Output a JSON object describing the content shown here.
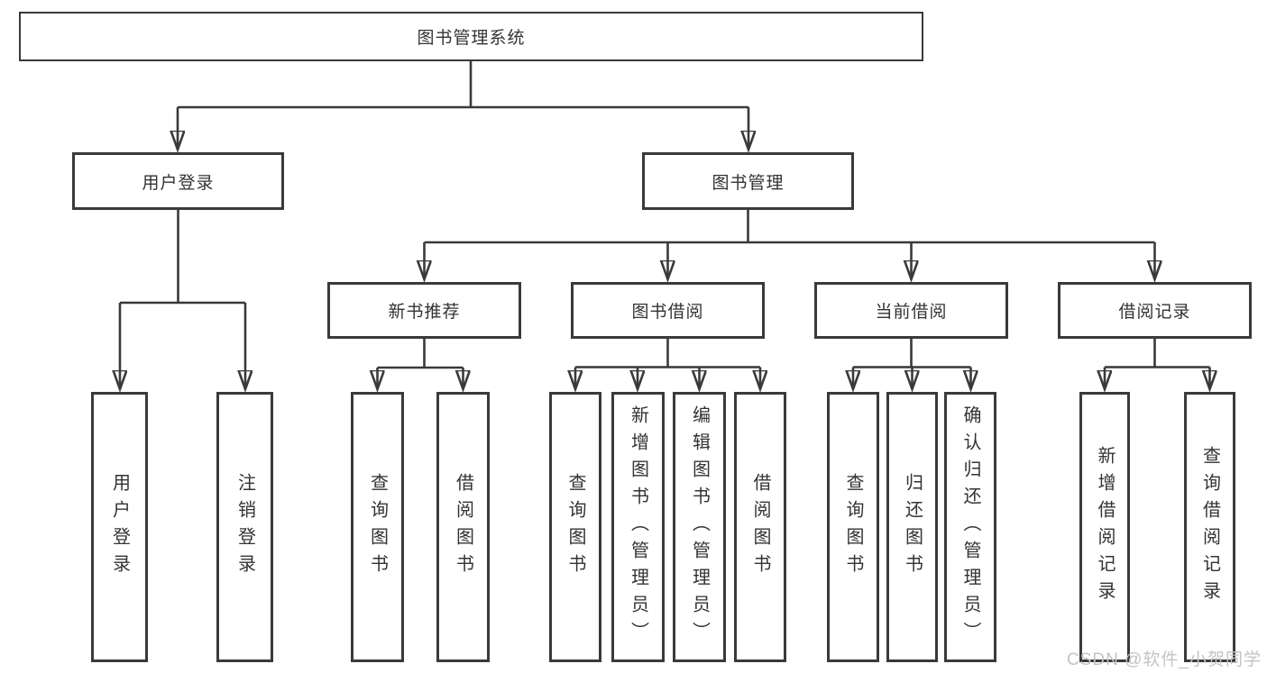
{
  "diagram": {
    "root": "图书管理系统",
    "level2": [
      {
        "label": "用户登录"
      },
      {
        "label": "图书管理"
      }
    ],
    "level3": [
      {
        "label": "新书推荐"
      },
      {
        "label": "图书借阅"
      },
      {
        "label": "当前借阅"
      },
      {
        "label": "借阅记录"
      }
    ],
    "leaves": {
      "user_login": [
        "用户登录",
        "注销登录"
      ],
      "new_book": [
        "查询图书",
        "借阅图书"
      ],
      "borrow": [
        "查询图书",
        "新增图书（管理员）",
        "编辑图书（管理员）",
        "借阅图书"
      ],
      "current": [
        "查询图书",
        "归还图书",
        "确认归还（管理员）"
      ],
      "record": [
        "新增借阅记录",
        "查询借阅记录"
      ]
    }
  },
  "watermark": "CSDN @软件_小贺同学",
  "colors": {
    "line": "#3a3a3a",
    "text": "#333333",
    "watermark": "#c3c3c3",
    "background": "#ffffff"
  }
}
